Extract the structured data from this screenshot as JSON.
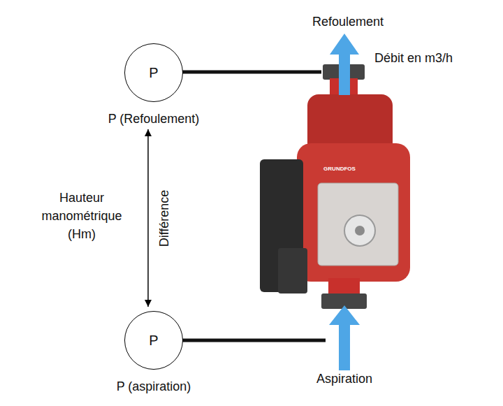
{
  "diagram": {
    "nodes": [
      {
        "text": [
          "P",
          "P (Refoulement)"
        ]
      },
      {
        "text": [
          "P",
          "P (aspiration)"
        ]
      }
    ],
    "edges": [
      {
        "from": 0,
        "to": 1,
        "arrow": "both",
        "label": "Différence"
      }
    ],
    "labels": [
      "Refoulement",
      "Débit en m3/h",
      "Hauteur manométrique (Hm)",
      "Aspiration",
      "GRUNDFOS"
    ]
  }
}
